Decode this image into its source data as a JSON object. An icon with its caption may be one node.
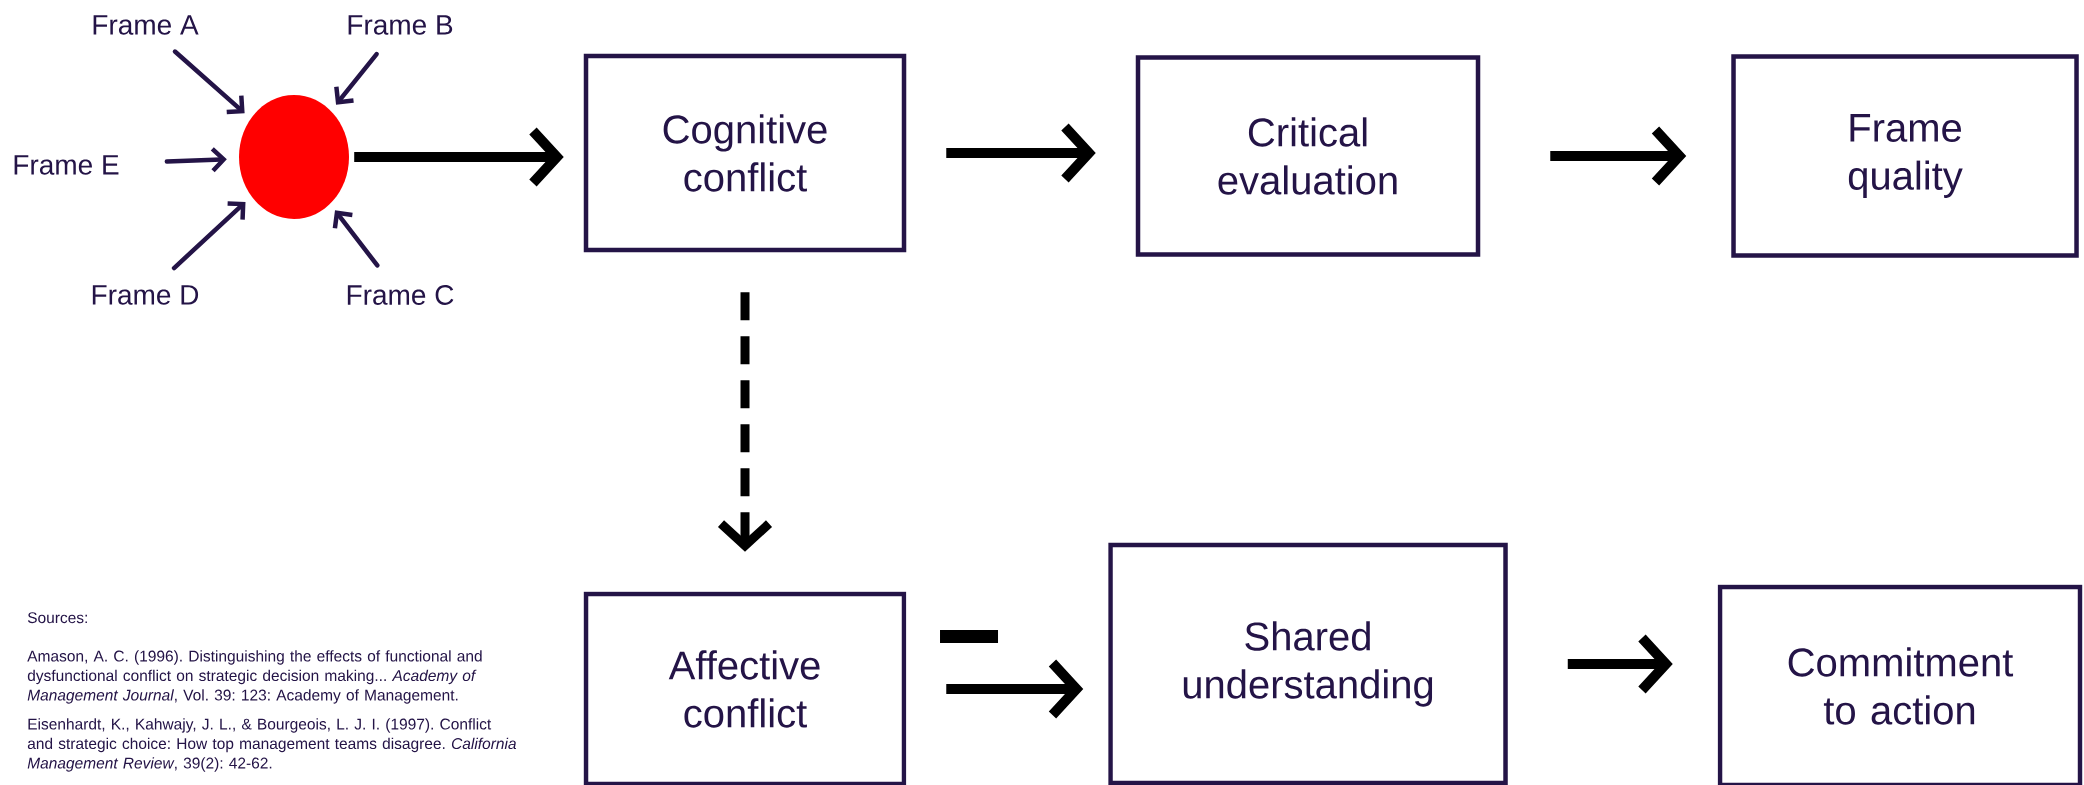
{
  "diagram": {
    "nodes": [
      {
        "text": [
          "Frame A"
        ]
      },
      {
        "text": [
          "Frame B"
        ]
      },
      {
        "text": [
          "Frame E"
        ]
      },
      {
        "text": [],
        "shape": "circle"
      },
      {
        "text": [
          "Frame D"
        ]
      },
      {
        "text": [
          "Frame C"
        ]
      },
      {
        "text": [
          "Cognitive conflict"
        ]
      },
      {
        "text": [
          "Critical evaluation"
        ]
      },
      {
        "text": [
          "Frame quality"
        ]
      },
      {
        "text": [
          "Affective conflict"
        ]
      },
      {
        "text": [
          "Shared understanding"
        ]
      },
      {
        "text": [
          "Commitment to action"
        ]
      }
    ],
    "edges": [
      {
        "from": 0,
        "to": 3,
        "arrow": "to",
        "color": "#241447"
      },
      {
        "from": 1,
        "to": 3,
        "arrow": "to",
        "color": "#241447"
      },
      {
        "from": 2,
        "to": 3,
        "arrow": "to",
        "color": "#241447"
      },
      {
        "from": 4,
        "to": 3,
        "arrow": "to",
        "color": "#241447"
      },
      {
        "from": 5,
        "to": 3,
        "arrow": "to",
        "color": "#241447"
      },
      {
        "from": 3,
        "to": 6,
        "arrow": "to"
      },
      {
        "from": 6,
        "to": 7,
        "arrow": "to"
      },
      {
        "from": 7,
        "to": 8,
        "arrow": "to"
      },
      {
        "from": 6,
        "to": 9,
        "arrow": "to",
        "style": "dashed"
      },
      {
        "from": 9,
        "to": 10,
        "arrow": "to"
      },
      {
        "from": 10,
        "to": 11,
        "arrow": "to"
      }
    ],
    "labels": [
      "Sources:",
      "Amason, A. C. (1996). Distinguishing the effects of functional and dysfunctional conflict on strategic decision making... *Academy of Management Journal*, Vol. 39: 123: Academy of Management.",
      "Eisenhardt, K., Kahwajy, J. L., & Bourgeois, L. J. I. (1997). Conflict and strategic choice: How top management teams disagree. *California Management Review*, 39(2): 42-62."
    ]
  }
}
